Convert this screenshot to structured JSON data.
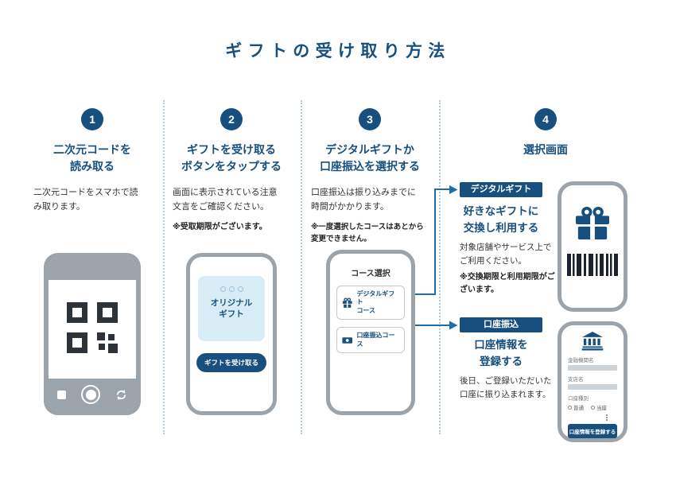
{
  "title": "ギフトの受け取り方法",
  "colors": {
    "navy": "#17507f",
    "arrow_blue": "#1f6cb0",
    "phone_gray": "#9ba3ab",
    "card_lightblue": "#d8ecf5"
  },
  "steps": [
    {
      "number": "1",
      "heading": "二次元コードを\n読み取る",
      "body": "二次元コードをスマホで読\nみ取ります。"
    },
    {
      "number": "2",
      "heading": "ギフトを受け取る\nボタンをタップする",
      "body": "画面に表示されている注意\n文言をご確認ください。",
      "note": "※受取期限がございます。"
    },
    {
      "number": "3",
      "heading": "デジタルギフトか\n口座振込を選択する",
      "body": "口座振込は振り込みまでに\n時間がかかります。",
      "note": "※一度選択したコースはあとから\n変更できません。"
    },
    {
      "number": "4",
      "heading": "選択画面"
    }
  ],
  "phone_qr": {
    "icons": [
      "qr-code-icon",
      "gallery-icon",
      "shutter-icon",
      "rotate-camera-icon"
    ]
  },
  "phone_gift": {
    "card_title": "オリジナル\nギフト",
    "button_label": "ギフトを受け取る"
  },
  "phone_course": {
    "title": "コース選択",
    "options": [
      {
        "icon": "gift-icon",
        "label": "デジタルギフト\nコース"
      },
      {
        "icon": "bank-transfer-icon",
        "label": "口座振込コース"
      }
    ]
  },
  "branches": {
    "digital": {
      "badge": "デジタルギフト",
      "heading": "好きなギフトに\n交換し利用する",
      "body": "対象店舗やサービス上で\nご利用ください。",
      "note": "※交換期限と利用期限がご\nざいます。",
      "phone_icons": [
        "gift-icon",
        "barcode-icon"
      ]
    },
    "bank": {
      "badge": "口座振込",
      "heading": "口座情報を\n登録する",
      "body": "後日、ご登録いただいた\n口座に振り込まれます。",
      "phone_form": {
        "bank_icon": "bank-icon",
        "field_labels": [
          "金融機関名",
          "支店名"
        ],
        "account_type_label": "口座種別",
        "account_types": [
          "普通",
          "当座"
        ],
        "button_label": "口座情報を登録する"
      }
    }
  }
}
